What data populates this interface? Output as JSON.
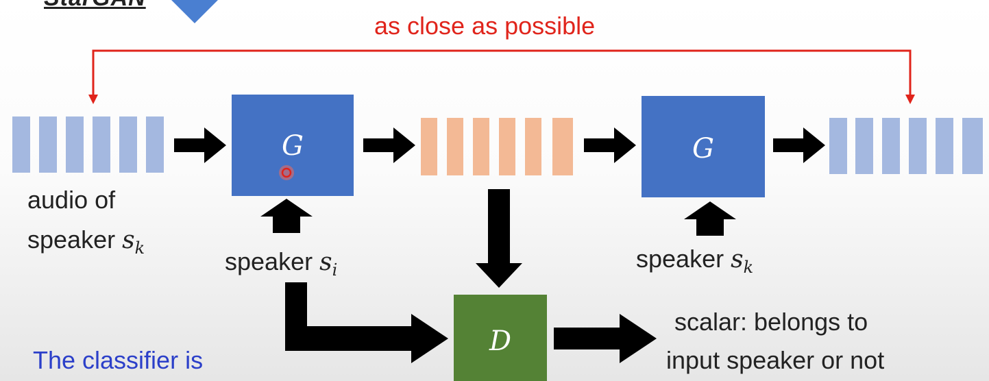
{
  "header": {
    "title": "StarGAN"
  },
  "diagram": {
    "close_text": "as close as possible",
    "audio_text_line1": "audio",
    "audio_text_line2": "of",
    "audio_text_line3": "speaker",
    "audio_subscript": "s",
    "audio_subscript_index": "k",
    "speaker_i_text": "speaker",
    "speaker_i_var": "s",
    "speaker_i_index": "i",
    "speaker_k_text": "speaker",
    "speaker_k_var": "s",
    "speaker_k_index": "k",
    "generator_label": "G",
    "discriminator_label": "D",
    "scalar_line1": "scalar: belongs to",
    "scalar_line2": "input speaker or not",
    "classifier_text": "The classifier is",
    "colors": {
      "generator": "#4472c4",
      "discriminator": "#548235",
      "blue_bars": "#a4b8e0",
      "orange_bars": "#f3b995",
      "red_line": "#e0241b",
      "arrow": "#000000",
      "classifier_text": "#2b3fc9"
    }
  }
}
